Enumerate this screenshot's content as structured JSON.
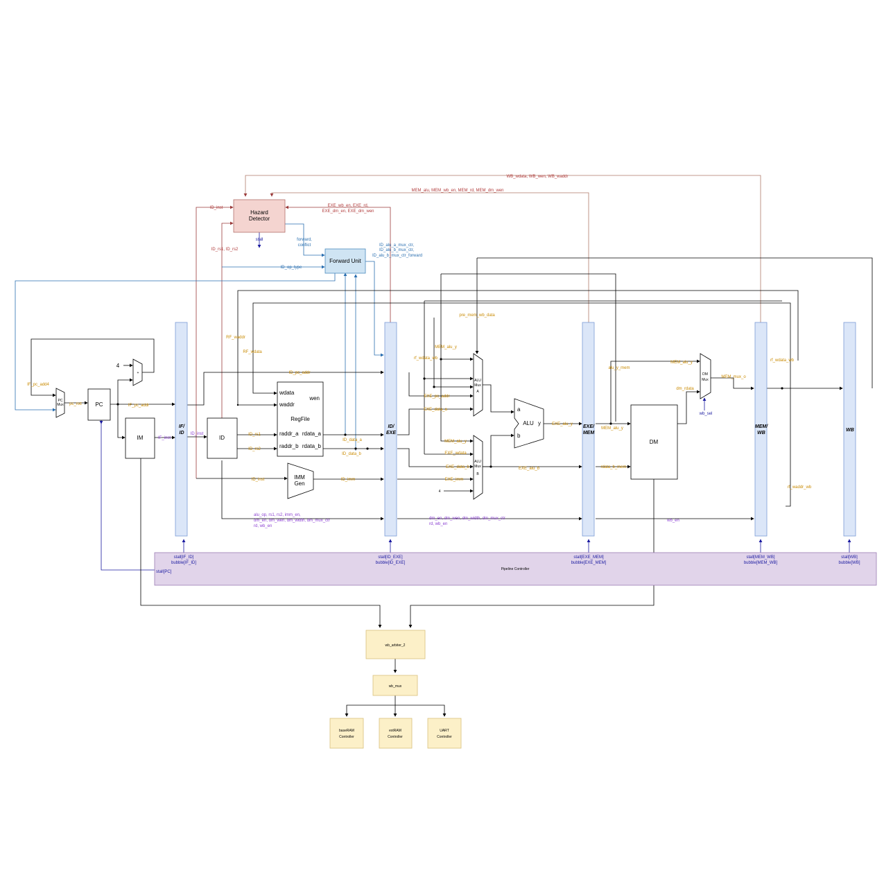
{
  "blocks": {
    "pc": "PC",
    "pc_mux": [
      "PC",
      "Mux"
    ],
    "adder_plus": "+",
    "const_four": "4",
    "im": "IM",
    "id": "ID",
    "regfile": {
      "title": "RegFile",
      "wdata": "wdata",
      "waddr": "waddr",
      "wen": "wen",
      "raddr_a": "raddr_a",
      "raddr_b": "raddr_b",
      "rdata_a": "rdata_a",
      "rdata_b": "rdata_b"
    },
    "imm_gen": [
      "IMM",
      "Gen"
    ],
    "hazard": [
      "Hazard",
      "Detector"
    ],
    "forward_unit": "Forward Unit",
    "alu_mux_a": [
      "ALU",
      "Mux",
      "A"
    ],
    "alu_mux_b": [
      "ALU",
      "Mux",
      "B"
    ],
    "alu": {
      "title": "ALU",
      "a": "a",
      "b": "b",
      "y": "y"
    },
    "const_four_b": "4",
    "dm": "DM",
    "dm_mux": [
      "DM",
      "Mux"
    ],
    "pipeline_controller": "Pipeline Controller",
    "wb_arbiter": "wb_arbiter_2",
    "wb_mux": "wb_mux",
    "base_ram": [
      "baseRAM",
      "Controller"
    ],
    "ext_ram": [
      "extRAM",
      "Controller"
    ],
    "uart": [
      "UART",
      "Controller"
    ]
  },
  "stages": {
    "if_id": [
      "IF/",
      "ID"
    ],
    "id_exe": [
      "ID/",
      "EXE"
    ],
    "exe_mem": [
      "EXE/",
      "MEM"
    ],
    "mem_wb": [
      "MEM/",
      "WB"
    ],
    "wb": "WB"
  },
  "control": {
    "stall_pc": "stall[PC]",
    "if_id": [
      "stall[IF_ID]",
      "bubble[IF_ID]"
    ],
    "id_exe": [
      "stall[ID_EXE]",
      "bubble[ID_EXE]"
    ],
    "exe_mem": [
      "stall[EXE_MEM]",
      "bubble[EXE_MEM]"
    ],
    "mem_wb": [
      "stall[MEM_WB]",
      "bubble[MEM_WB]"
    ],
    "wb": [
      "stall[WB]",
      "bubble[WB]"
    ],
    "stall_out": "stall",
    "wb_sel": "wb_sel"
  },
  "signals": {
    "wb_feedback": "WB_wdata, WB_wen, WB_waddr",
    "mem_feedback": "MEM_alu, MEM_wb_en, MEM_rd, MEM_dm_wen",
    "exe_feedback": [
      "EXE_wb_en, EXE_rd,",
      "EXE_dm_en, EXE_dm_wen"
    ],
    "id_inst_top": "ID_inst",
    "id_rs": "ID_rs1, ID_rs2",
    "forward_conflict": [
      "forward,",
      "conflict"
    ],
    "id_op_type": "ID_op_type",
    "id_alu_ctr": [
      "ID_alu_a_mux_ctr,",
      "ID_alu_b_mux_ctr,",
      "ID_alu_b_mux_ctr_forward"
    ],
    "if_pc_add4": "IF_pc_add4",
    "pc_nxt": "pc_nxt",
    "if_pc_addr": "IF_pc_addr",
    "if_inst": "IF_inst",
    "rf_waddr": "RF_waddr",
    "rf_wdata": "RF_wdata",
    "id_pc_addr": "ID_pc_addr",
    "id_inst_mid": "ID_inst",
    "id_rs1": "ID_rs1",
    "id_rs2": "ID_rs2",
    "id_data_a": "ID_data_a",
    "id_data_b": "ID_data_b",
    "id_inst_low": "ID_inst",
    "id_imm": "ID_imm",
    "id_ctrl": [
      "alu_op, rs1, rs2, imm_en,",
      "dm_en, dm_wen, dm_width, dm_mux_ctr",
      "rd, wb_en"
    ],
    "pre_mem_wb_data": "pre_mem_wb_data",
    "mem_alu_y_top": "MEM_alu_y",
    "rf_wdata_wb": "rf_wdata_wb",
    "exe_pc_addr": "EXE_pc_addr",
    "exe_data_a": "EXE_data_a",
    "mem_alu_y_low": "MEM_alu_y",
    "exe_wdata": "EXE_wdata",
    "exe_data_b": "EXE_data_b",
    "exe_imm": "EXE_imm",
    "exe_alu_y": "EXE_alu_y",
    "exe_alu_b": "EXE_alu_b",
    "exe_ctrl": [
      "dm_en, dm_wen, dm_width, dm_mux_ctr",
      "rd, wb_en"
    ],
    "alu_y_mem": "alu_y_mem",
    "mem_alu_y_dm": "MEM_alu_y",
    "rdata_b_mem": "rdata_b_mem",
    "mem_alu_y_mux": "MEM_alu_y",
    "dm_rdata": "dm_rdata",
    "mem_mux_o": "MEM_mux_o",
    "rf_wdata_wb_right": "rf_wdata_wb",
    "rf_waddr_wb": "rf_waddr_wb",
    "wb_en": "wb_en"
  },
  "colors": {
    "stage_fill": "#dbe6f8",
    "stage_stroke": "#7a9bd6",
    "hazard_fill": "#f4d4d0",
    "hazard_stroke": "#b3706b",
    "forward_fill": "#cfe4f3",
    "forward_stroke": "#4a89be",
    "pipeline_fill": "#e1d4ea",
    "pipeline_stroke": "#9b7cb4",
    "wb_fill": "#fcf0c8",
    "wb_stroke": "#d8c07c"
  }
}
